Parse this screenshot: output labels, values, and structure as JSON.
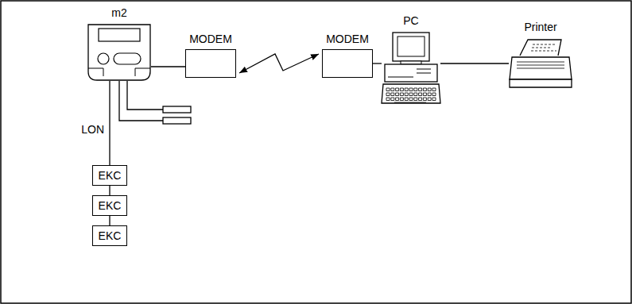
{
  "diagram": {
    "nodes": [
      {
        "text": [
          "m2"
        ]
      },
      {
        "text": [
          "MODEM"
        ]
      },
      {
        "text": [
          "MODEM"
        ]
      },
      {
        "text": [
          "PC"
        ]
      },
      {
        "text": [
          "Printer"
        ]
      },
      {
        "text": [
          "EKC"
        ]
      },
      {
        "text": [
          "EKC"
        ]
      },
      {
        "text": [
          "EKC"
        ]
      }
    ],
    "edges": [
      {
        "from": 0,
        "to": 1,
        "arrow": "none"
      },
      {
        "from": 1,
        "to": 2,
        "arrow": "both"
      },
      {
        "from": 2,
        "to": 3,
        "arrow": "none"
      },
      {
        "from": 3,
        "to": 4,
        "arrow": "none"
      },
      {
        "from": 0,
        "to": 5,
        "label": "LON",
        "arrow": "none"
      },
      {
        "from": 5,
        "to": 6,
        "arrow": "none"
      },
      {
        "from": 6,
        "to": 7,
        "arrow": "none"
      }
    ]
  }
}
